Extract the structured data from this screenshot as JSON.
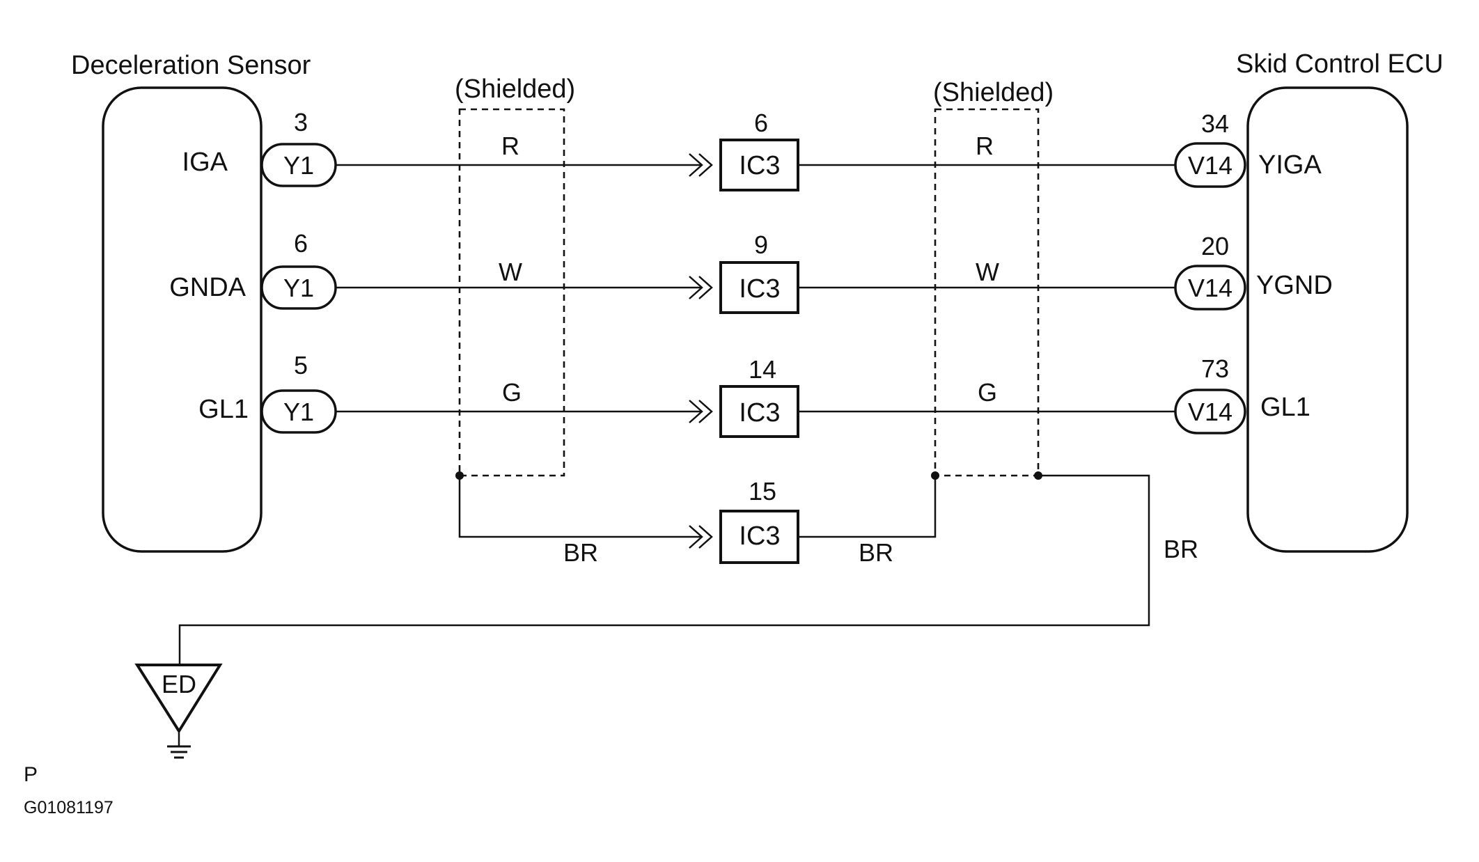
{
  "diagram": {
    "left_component": "Deceleration Sensor",
    "right_component": "Skid Control ECU",
    "shield_label": "(Shielded)",
    "ground_label": "ED",
    "footer_letter": "P",
    "figure_code": "G01081197",
    "left_connector": "Y1",
    "right_connector": "V14",
    "junction_connector": "IC3",
    "ground_wire_color": "BR",
    "circuits": [
      {
        "left_pin": "3",
        "left_terminal": "IGA",
        "wire_color_left": "R",
        "junction_pin": "6",
        "wire_color_right": "R",
        "right_pin": "34",
        "right_terminal": "YIGA"
      },
      {
        "left_pin": "6",
        "left_terminal": "GNDA",
        "wire_color_left": "W",
        "junction_pin": "9",
        "wire_color_right": "W",
        "right_pin": "20",
        "right_terminal": "YGND"
      },
      {
        "left_pin": "5",
        "left_terminal": "GL1",
        "wire_color_left": "G",
        "junction_pin": "14",
        "wire_color_right": "G",
        "right_pin": "73",
        "right_terminal": "GL1"
      }
    ],
    "shield_drain": {
      "junction_pin": "15",
      "wire_color_left": "BR",
      "wire_color_right": "BR"
    }
  }
}
